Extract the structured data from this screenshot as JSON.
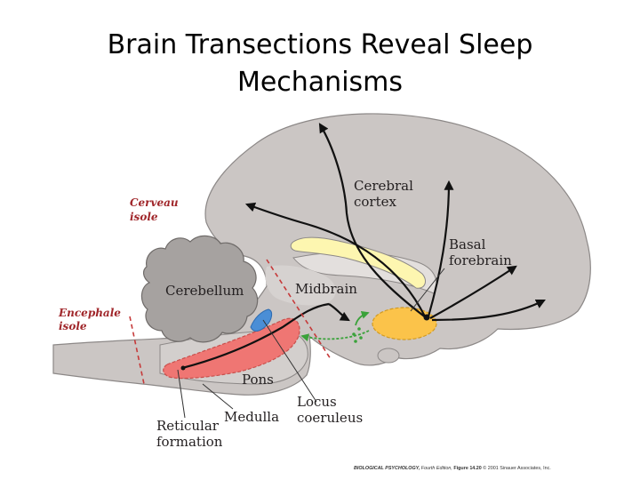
{
  "slide": {
    "title_line1": "Brain Transections Reveal Sleep",
    "title_line2": "Mechanisms"
  },
  "figure": {
    "labels": {
      "cerebral_line1": "Cerebral",
      "cerebral_line2": "cortex",
      "basal_line1": "Basal",
      "basal_line2": "forebrain",
      "cerebellum": "Cerebellum",
      "midbrain": "Midbrain",
      "pons": "Pons",
      "medulla": "Medulla",
      "locus_line1": "Locus",
      "locus_line2": "coeruleus",
      "reticular_line1": "Reticular",
      "reticular_line2": "formation"
    },
    "transections": {
      "cerveau_line1": "Cerveau",
      "cerveau_line2": "isole",
      "encephale_line1": "Encephale",
      "encephale_line2": "isole"
    },
    "credit": {
      "book": "BIOLOGICAL PSYCHOLOGY,",
      "edition": " Fourth Edition, ",
      "figure": "Figure 14.20",
      "copyright": " © 2001 Sinauer Associates, Inc."
    },
    "colors": {
      "brain": "#cbc6c4",
      "brain_outline": "#8c8887",
      "cerebellum": "#a6a2a0",
      "reticular": "#ef7673",
      "basal_forebrain": "#fbc34a",
      "corpus_callosum": "#fdf6b0",
      "locus_coeruleus": "#4a8ed6",
      "green_arrows": "#3aa23a",
      "transection_red": "#c63a3a"
    }
  }
}
